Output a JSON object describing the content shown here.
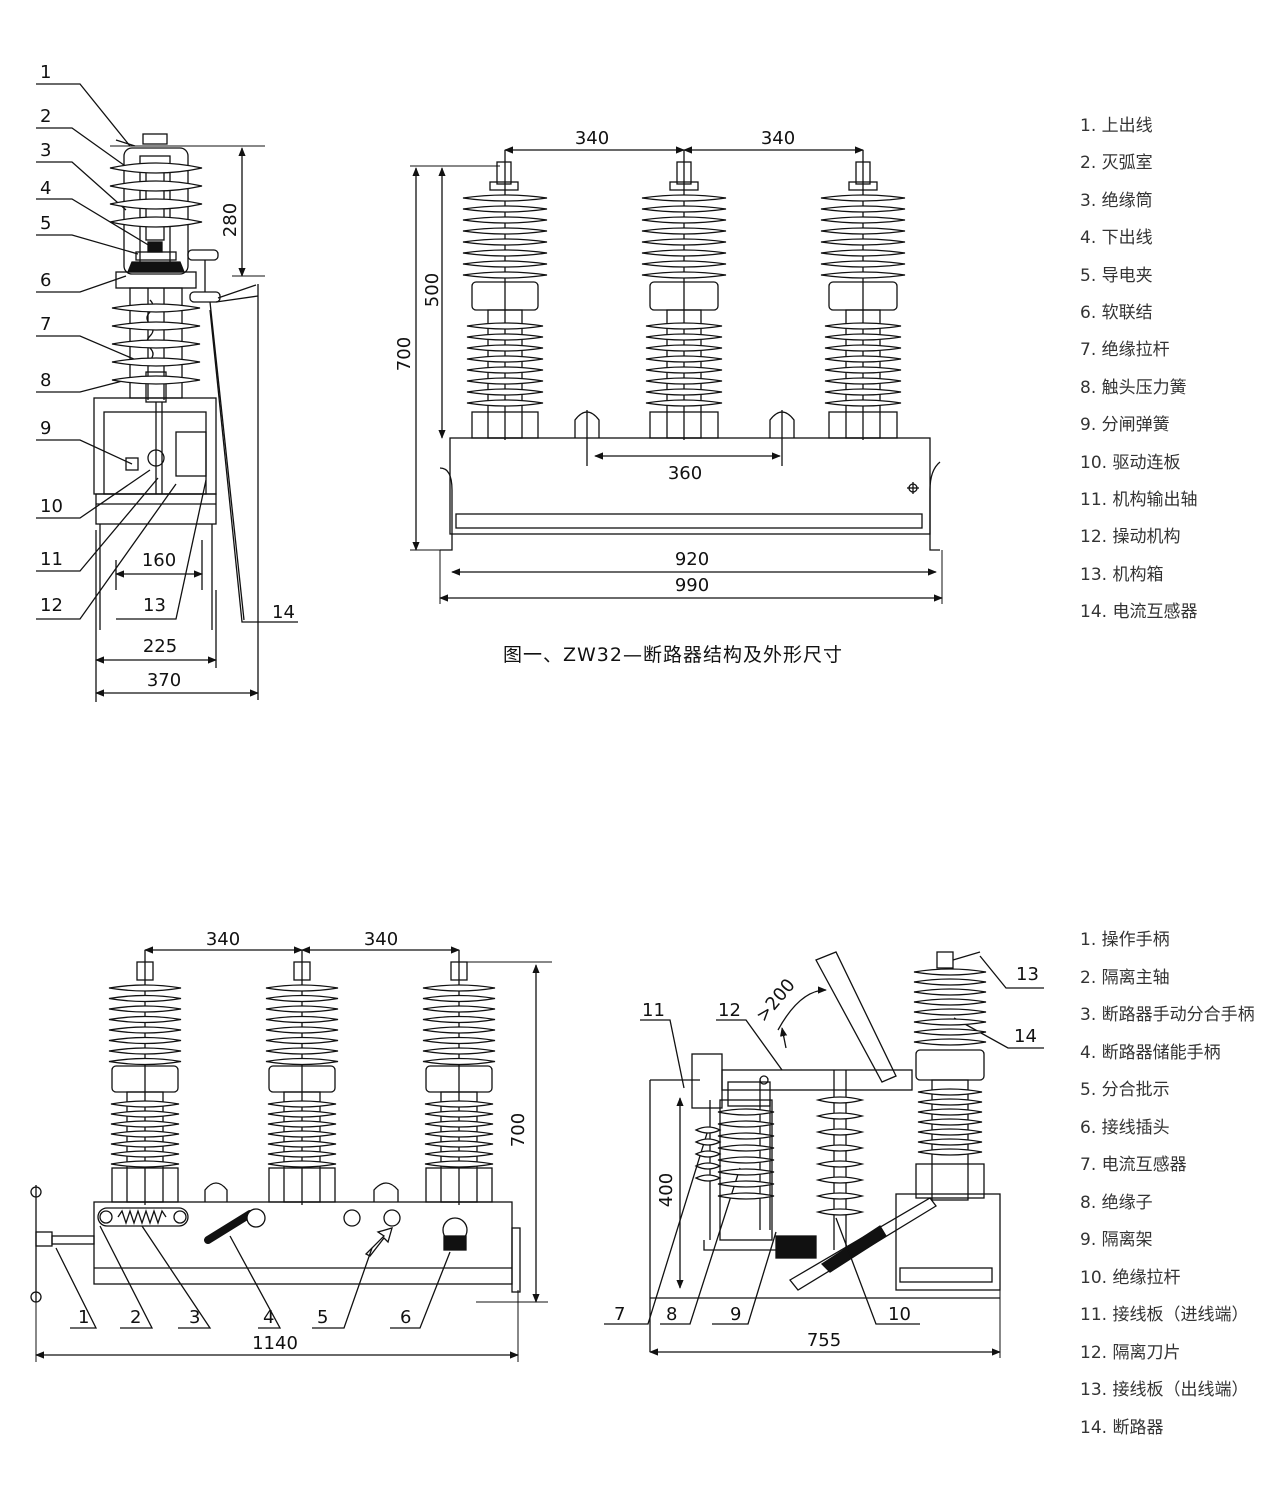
{
  "figure1": {
    "caption": "图一、ZW32—断路器结构及外形尺寸",
    "side_view": {
      "callouts": [
        "1",
        "2",
        "3",
        "4",
        "5",
        "6",
        "7",
        "8",
        "9",
        "10",
        "11",
        "12",
        "13",
        "14"
      ],
      "dimensions": {
        "height_top": "280",
        "width_inner": "160",
        "width_mid": "225",
        "width_total": "370"
      }
    },
    "front_view": {
      "dimensions": {
        "pole_spacing_1": "340",
        "pole_spacing_2": "340",
        "height_insulator": "500",
        "height_total": "700",
        "mount_spacing": "360",
        "width_inner": "920",
        "width_total": "990"
      }
    },
    "legend": [
      "1. 上出线",
      "2. 灭弧室",
      "3. 绝缘筒",
      "4. 下出线",
      "5. 导电夹",
      "6. 软联结",
      "7. 绝缘拉杆",
      "8. 触头压力簧",
      "9. 分闸弹簧",
      "10. 驱动连板",
      "11. 机构输出轴",
      "12. 操动机构",
      "13. 机构箱",
      "14. 电流互感器"
    ]
  },
  "figure2": {
    "front_view": {
      "callouts": [
        "1",
        "2",
        "3",
        "4",
        "5",
        "6"
      ],
      "dimensions": {
        "pole_spacing_1": "340",
        "pole_spacing_2": "340",
        "height_total": "700",
        "width_total": "1140"
      }
    },
    "side_view": {
      "callouts": [
        "7",
        "8",
        "9",
        "10",
        "11",
        "12",
        "13",
        "14"
      ],
      "dimensions": {
        "clearance": ">200",
        "height": "400",
        "width_total": "755"
      }
    },
    "legend": [
      "1. 操作手柄",
      "2. 隔离主轴",
      "3. 断路器手动分合手柄",
      "4. 断路器储能手柄",
      "5. 分合批示",
      "6. 接线插头",
      "7. 电流互感器",
      "8. 绝缘子",
      "9. 隔离架",
      "10. 绝缘拉杆",
      "11. 接线板（进线端）",
      "12. 隔离刀片",
      "13. 接线板（出线端）",
      "14. 断路器"
    ]
  }
}
